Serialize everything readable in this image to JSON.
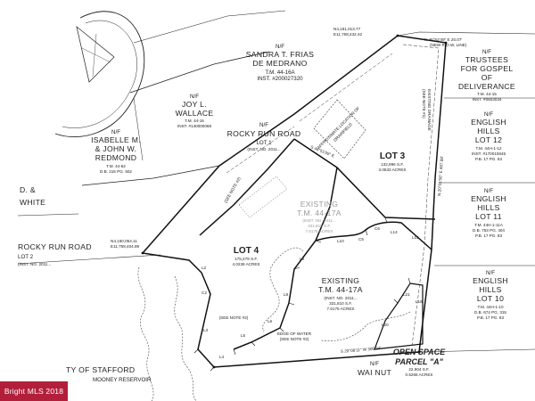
{
  "parcels": {
    "frias": {
      "nf": "N/F",
      "name1": "SANDRA T. FRIAS",
      "name2": "DE MEDRANO",
      "tm": "T.M. 44-16A",
      "inst": "INST. #200027320"
    },
    "trustees": {
      "nf": "N/F",
      "name1": "TRUSTEES",
      "name2": "FOR GOSPEL",
      "name3": "OF",
      "name4": "DELIVERANCE",
      "tm": "T.M. 44-15",
      "inst": "INST. #0603034"
    },
    "wallace": {
      "nf": "N/F",
      "name1": "JOY L.",
      "name2": "WALLACE",
      "tm": "T.M. 44-16",
      "inst": "INST. #140000068"
    },
    "redmond": {
      "nf": "N/F",
      "name1": "ISABELLE M.",
      "name2": "& JOHN W.",
      "name3": "REDMOND",
      "tm": "T.M. 44-62",
      "db": "D.B. 215 PG. 502"
    },
    "rocky1": {
      "nf": "N/F",
      "name1": "ROCKY RUN ROAD",
      "name2": "LOT 1",
      "inst": "(INST. NO. 2011..."
    },
    "rocky2": {
      "name1": "ROCKY RUN ROAD",
      "name2": "LOT 2",
      "inst": "(INST. NO. 2011..."
    },
    "white": {
      "name1": "D. &",
      "name2": "WHITE"
    },
    "eh12": {
      "nf": "N/F",
      "name1": "ENGLISH",
      "name2": "HILLS",
      "name3": "LOT 12",
      "tm": "T.M. 44H-1-12",
      "inst": "INST. #170010845",
      "pb": "P.B. 17 PG. 83"
    },
    "eh11": {
      "nf": "N/F",
      "name1": "ENGLISH",
      "name2": "HILLS",
      "name3": "LOT 11",
      "tm": "T.M. 44H-1-11A",
      "db": "D.B. 753 PG. 404",
      "pb": "P.B. 17 PG. 83"
    },
    "eh10": {
      "nf": "N/F",
      "name1": "ENGLISH",
      "name2": "HILLS",
      "name3": "LOT 10",
      "tm": "T.M. 44H-1-10",
      "db": "D.B. 674 PG. 315",
      "pb": "P.B. 17 PG. 83"
    },
    "stafford": {
      "name1": "TY OF STAFFORD",
      "name2": "MOONEY RESERVOIR"
    },
    "walnut": {
      "nf": "N/F",
      "name1": "WAI NUT"
    }
  },
  "lots": {
    "lot3": {
      "name": "LOT 3",
      "sf": "132,996 S.F.",
      "acres": "3.0533 ACRES"
    },
    "lot4": {
      "name": "LOT 4",
      "sf": "175,279 S.F.",
      "acres": "4.0238 ACRES"
    },
    "existing1": {
      "name1": "EXISTING",
      "name2": "T.M. 44-17A",
      "inst": "(INST. NO. 2011...",
      "sf": "331,810 S.F.",
      "acres": "7.6175 ACRES"
    },
    "existing2": {
      "name1": "EXISTING",
      "name2": "T.M. 44-17A",
      "inst": "(INST. NO. 2011...",
      "sf": "331,810 S.F.",
      "acres": "7.6175 ACRES"
    },
    "openspace": {
      "name1": "OPEN SPACE",
      "name2": "PARCEL \"A\"",
      "sf": "22,904 S.F.",
      "acres": "0.5265 ACRES"
    }
  },
  "annotations": {
    "approx_location": "APPROXIMATE LOCATION OF",
    "approx_location2": "DRAINFIELD",
    "edge_water": "EDGE OF WATER",
    "see_note": "(SEE NOTE #2)",
    "row_line": "(NEW R.O.W. LINE)",
    "existing_drainage": "EXISTING DRAINAGE",
    "see_note_b": "(SEE NOTE #1)"
  },
  "coordinates": {
    "top": {
      "n": "N4,161,013.77",
      "e": "E11,758,432.42"
    },
    "left": {
      "n": "N4,160,054.11",
      "e": "E11,758,404.89"
    },
    "bearing_top": "N 46°52'49\" E 20.07'"
  },
  "bearings": {
    "b1": "S 20°08'11\" W 306.24'",
    "b2": "N 20°01'06\" E 467.88'",
    "b3": "S 46°51'09\" E"
  },
  "watermark": {
    "text": "Bright MLS 2018"
  }
}
